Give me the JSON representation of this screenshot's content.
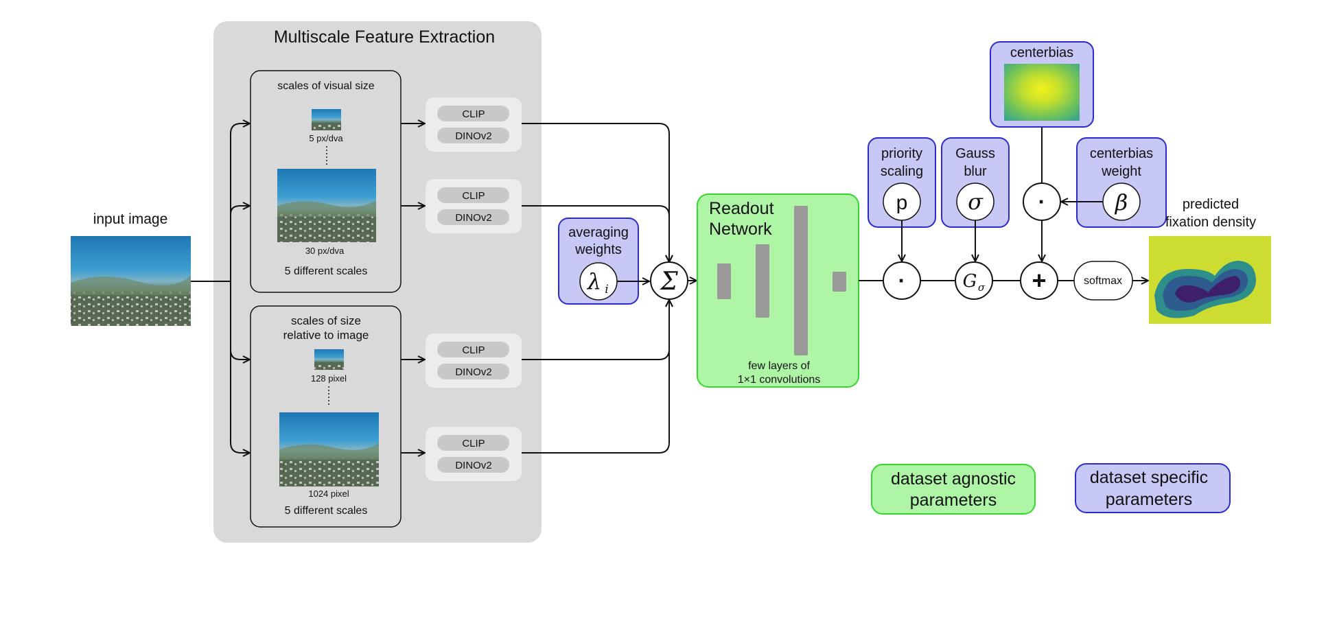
{
  "input": {
    "label": "input image"
  },
  "feature_extraction": {
    "title": "Multiscale Feature Extraction",
    "visual_size_group": {
      "title": "scales of visual size",
      "small_scale_label": "5 px/dva",
      "large_scale_label": "30 px/dva",
      "count_label": "5 different scales"
    },
    "relative_size_group": {
      "title_line1": "scales of size",
      "title_line2": "relative to image",
      "small_scale_label": "128 pixel",
      "large_scale_label": "1024 pixel",
      "count_label": "5 different scales"
    },
    "backbones": [
      "CLIP",
      "DINOv2"
    ]
  },
  "averaging": {
    "label_line1": "averaging",
    "label_line2": "weights",
    "symbol": "λ",
    "subscript": "i"
  },
  "sum_symbol": "Σ",
  "readout": {
    "title_line1": "Readout",
    "title_line2": "Network",
    "caption_line1": "few layers of",
    "caption_line2": "1×1 convolutions"
  },
  "priority_scaling": {
    "label_line1": "priority",
    "label_line2": "scaling",
    "symbol": "p"
  },
  "gauss_blur": {
    "label_line1": "Gauss",
    "label_line2": "blur",
    "symbol": "σ",
    "op_symbol": "G",
    "op_subscript": "σ"
  },
  "centerbias": {
    "label": "centerbias"
  },
  "centerbias_weight": {
    "label_line1": "centerbias",
    "label_line2": "weight",
    "symbol": "β"
  },
  "ops": {
    "multiply": "·",
    "add": "+"
  },
  "softmax": {
    "label": "softmax"
  },
  "output": {
    "label_line1": "predicted",
    "label_line2": "fixation density"
  },
  "legend": {
    "agnostic_line1": "dataset agnostic",
    "agnostic_line2": "parameters",
    "specific_line1": "dataset specific",
    "specific_line2": "parameters"
  },
  "colors": {
    "panel_gray": "#d9d9d9",
    "backbone_panel": "#ececec",
    "backbone_pill": "#c8c8c8",
    "specific_fill": "#c8c8f7",
    "specific_border": "#2a2ad0",
    "agnostic_fill": "#aef5a6",
    "agnostic_border": "#35d62e",
    "layer_gray": "#999999"
  }
}
